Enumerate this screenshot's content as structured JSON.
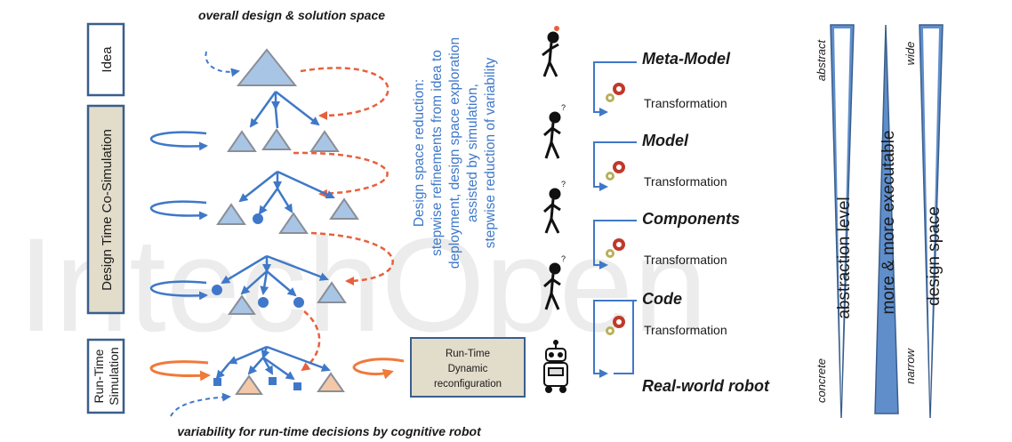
{
  "colors": {
    "blue_line": "#3f78c8",
    "red_dash": "#e8603c",
    "orange_arrow": "#f07a3a",
    "triangle_blue": "#a9c5e6",
    "triangle_orange": "#f3c8a8",
    "triangle_edge": "#8a8f96",
    "box_tan": "#e2dccb",
    "box_border": "#3a5e8c",
    "wedge_fill": "#5f8ecb",
    "watermark": "#e6e6e6",
    "text_dark": "#1a1a1a",
    "vertical_text_blue": "#3f78c8"
  },
  "left_column": {
    "idea_label": "Idea",
    "design_time_label": "Design Time Co-Simulation",
    "run_time_label_line1": "Run-Time",
    "run_time_label_line2": "Simulation"
  },
  "tree_area": {
    "top_caption": "overall design & solution space",
    "bottom_caption": "variability for run-time decisions by cognitive robot"
  },
  "center_text": {
    "line1": "Design space reduction:",
    "line2": "stepwise refinements from idea to",
    "line3": "deployment, design space exploration",
    "line4": "assisted by simulation,",
    "line5": "stepwise reduction of variability"
  },
  "runtime_box": {
    "line1": "Run-Time",
    "line2": "Dynamic",
    "line3": "reconfiguration"
  },
  "pipeline": {
    "stages": [
      "Meta-Model",
      "Model",
      "Components",
      "Code",
      "Real-world robot"
    ],
    "transformation_label": "Transformation",
    "person_icons": [
      "person-idea-icon",
      "person-thinking-icon",
      "person-thinking-icon",
      "person-thinking-icon"
    ],
    "robot_icon": "robot-icon",
    "gear_icon": "gears-icon"
  },
  "right_wedges": {
    "abstraction_label": "abstraction level",
    "abstraction_top": "abstract",
    "abstraction_bottom": "concrete",
    "executable_label": "more & more executable",
    "design_space_label": "design space",
    "design_space_top": "wide",
    "design_space_bottom": "narrow"
  },
  "watermark_text": "IntechOpen"
}
